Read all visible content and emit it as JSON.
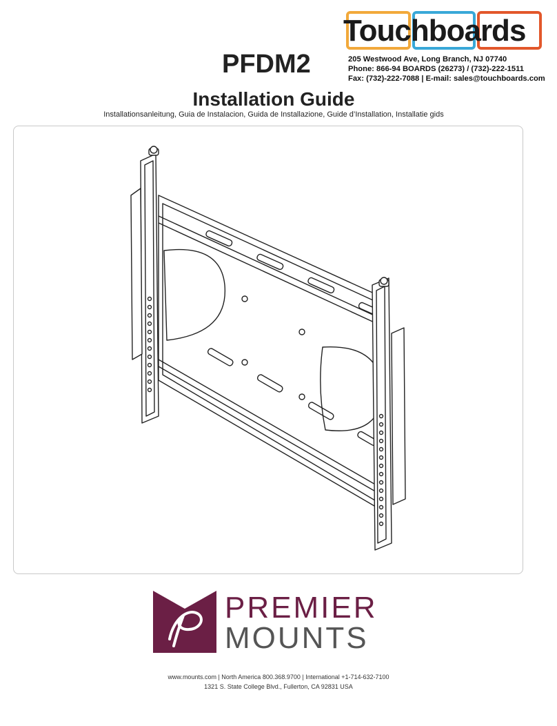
{
  "distributor": {
    "logo_text": "Touchboards",
    "address": "205 Westwood Ave, Long Branch, NJ 07740",
    "phone": "Phone: 866-94 BOARDS (26273) / (732)-222-1511",
    "fax_email": "Fax: (732)-222-7088 | E-mail: sales@touchboards.com",
    "tile_colors": [
      "#f2a93b",
      "#39a8d8",
      "#e2572b"
    ]
  },
  "header": {
    "model": "PFDM2",
    "title": "Installation Guide",
    "subtitle": "Installationsanleitung, Guia de Instalacion, Guida de Installazione, Guide d’Installation, Installatie gids"
  },
  "brand": {
    "line1": "PREMIER",
    "line2": "MOUNTS",
    "color": "#6b1f45"
  },
  "footer": {
    "line1": "www.mounts.com  |  North America  800.368.9700  | International +1-714-632-7100",
    "line2": "1321 S. State College Blvd., Fullerton, CA 92831 USA"
  },
  "illustration": {
    "icon": "wall-mount-bracket-icon"
  }
}
